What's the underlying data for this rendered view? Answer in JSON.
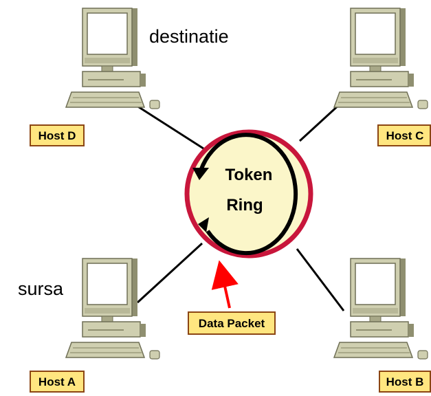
{
  "ring": {
    "label_line1": "Token",
    "label_line2": "Ring"
  },
  "packet_label": "Data Packet",
  "roles": {
    "destination": "destinatie",
    "source": "sursa"
  },
  "hosts": [
    {
      "label": "Host D"
    },
    {
      "label": "Host C"
    },
    {
      "label": "Host A"
    },
    {
      "label": "Host B"
    }
  ],
  "colors": {
    "label_fill": "#ffe680",
    "label_border": "#8b4513",
    "ring_fill": "#fbf6c9",
    "ring_border": "#c8163b",
    "packet_arrow": "#ff0000",
    "computer_body": "#cfcfb0",
    "computer_shadow": "#8f8f70"
  }
}
